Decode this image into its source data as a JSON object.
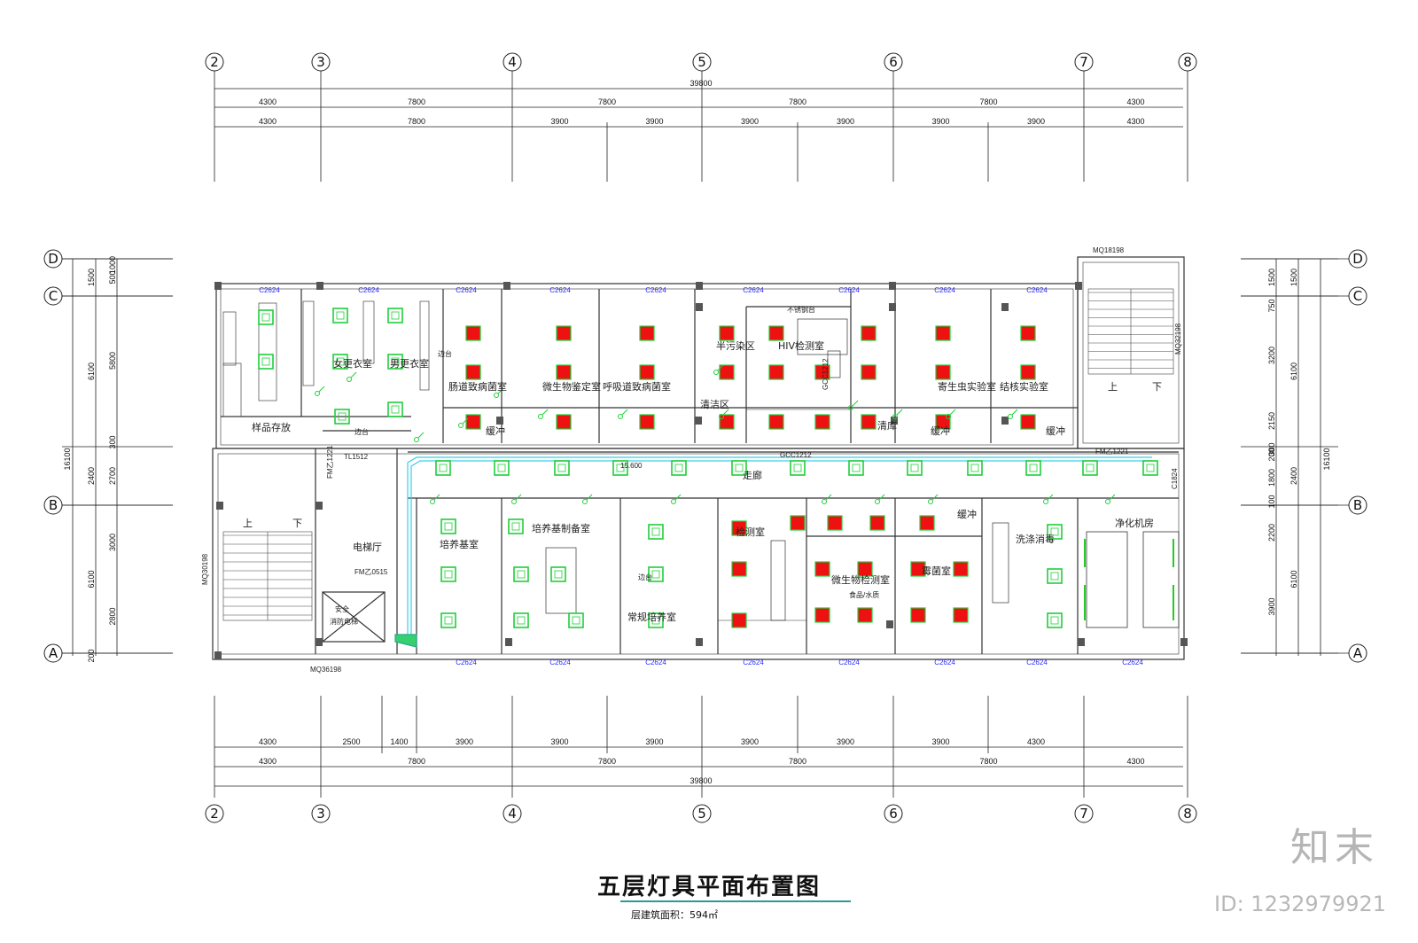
{
  "drawing": {
    "title": "五层灯具平面布置图",
    "subtitle": "层建筑面积：594㎡"
  },
  "watermark": {
    "brand": "知末",
    "id": "ID: 1232979921"
  },
  "axes": {
    "columns": [
      "2",
      "3",
      "4",
      "5",
      "6",
      "7",
      "8"
    ],
    "rows": [
      "D",
      "C",
      "B",
      "A"
    ]
  },
  "dims": {
    "top_total": "39800",
    "top_row1": [
      "4300",
      "7800",
      "7800",
      "7800",
      "7800",
      "4300"
    ],
    "top_row2": [
      "4300",
      "7800",
      "3900",
      "3900",
      "3900",
      "3900",
      "3900",
      "3900",
      "4300"
    ],
    "bottom_row1": [
      "4300",
      "2500",
      "1400",
      "3900",
      "3900",
      "3900",
      "3900",
      "3900",
      "3900",
      "4300"
    ],
    "bottom_row2": [
      "4300",
      "7800",
      "7800",
      "7800",
      "7800",
      "4300"
    ],
    "bottom_total": "39800",
    "left_total": "16100",
    "left_a": [
      "1500",
      "6100",
      "2400",
      "6100",
      "200"
    ],
    "left_b": [
      "1000",
      "500",
      "5800",
      "300",
      "2700",
      "3000",
      "2800"
    ],
    "right_total": "16100",
    "right_a": [
      "1500",
      "6100",
      "2400",
      "6100"
    ],
    "right_b": [
      "1500",
      "750",
      "3200",
      "2150",
      "300",
      "200",
      "1800",
      "100",
      "2200",
      "3900"
    ]
  },
  "tags": {
    "window": "C2624",
    "window_mq1": "MQ18198",
    "window_mq2": "MQ32198",
    "window_mq3": "MQ30198",
    "window_mq4": "MQ36198",
    "door1": "FM乙1221",
    "door2": "FM乙1221",
    "door3": "FM乙0515",
    "glass1": "GCC1212",
    "glass2": "GCC1212",
    "tl": "TL1512",
    "c1824": "C1824",
    "elevation": "15.600"
  },
  "rooms": {
    "sample": "样品存放",
    "r1": "女更衣室",
    "r2": "男更衣室",
    "r3": "肠道致病菌室",
    "r4": "微生物鉴定室",
    "r5": "呼吸道致病菌室",
    "r6": "半污染区",
    "r7": "清洁区",
    "r8": "HIV检测室",
    "r9": "清库",
    "r10": "寄生虫实验室",
    "r11": "结核实验室",
    "buffer": "缓冲",
    "corridor": "走廊",
    "elevator": "电梯厅",
    "r12": "培养基室",
    "r13": "培养基制备室",
    "r14": "常规培养室",
    "r15": "检测室",
    "r16": "微生物检测室",
    "r16_sub": "食品/水质",
    "r17": "霉菌室",
    "r18": "洗涤消毒",
    "r19": "净化机房",
    "up": "上",
    "down": "下",
    "bench": "边台",
    "cabinet": "不锈钢台",
    "fire": "消防电梯",
    "stair": "安全"
  }
}
